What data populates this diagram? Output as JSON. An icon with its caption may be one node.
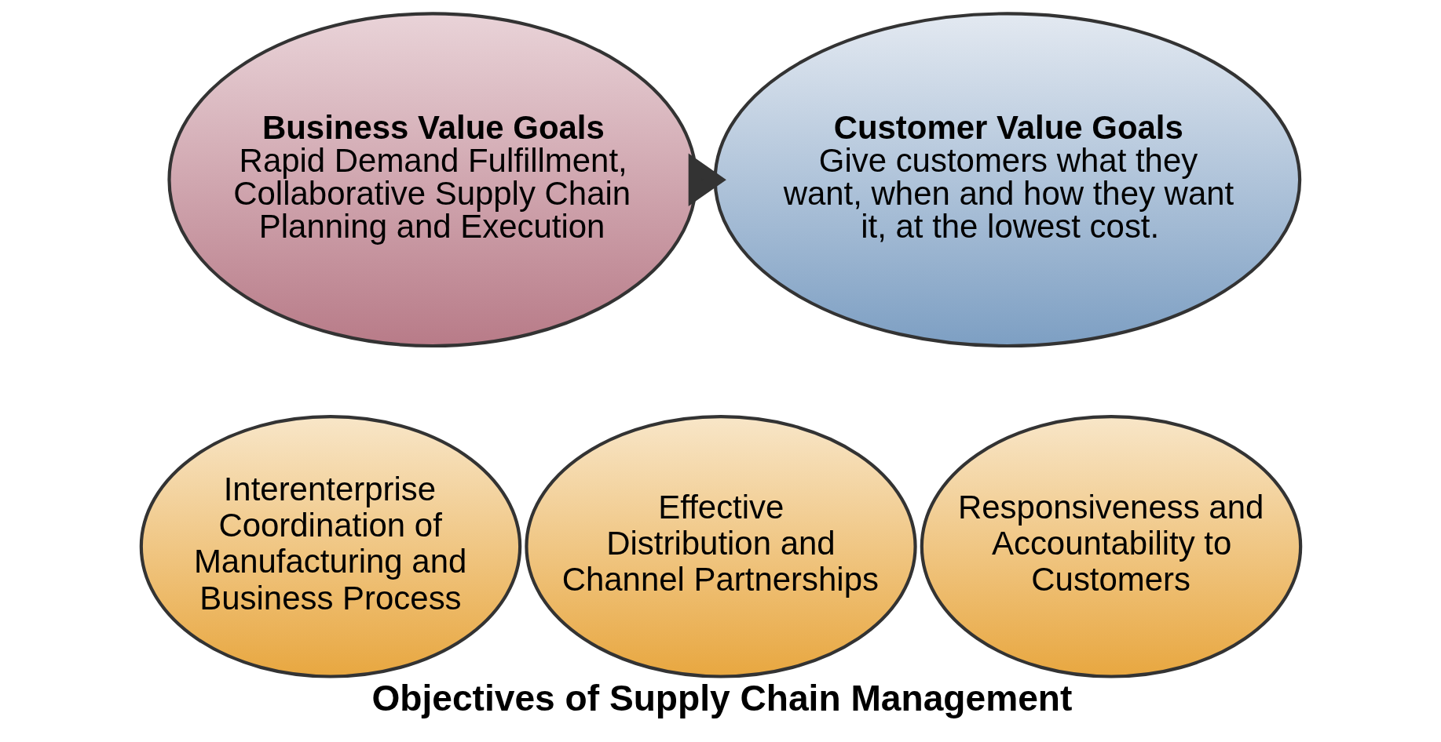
{
  "diagram": {
    "caption": "Objectives of Supply Chain Management",
    "nodes": [
      {
        "text": [
          "Business Value Goals",
          "Rapid Demand Fulfillment, Collaborative Supply Chain Planning and Execution"
        ]
      },
      {
        "text": [
          "Customer Value Goals",
          "Give customers what they want, when and how they want it, at the lowest cost."
        ]
      },
      {
        "text": [
          "Interenterprise Coordination of Manufacturing and Business Process"
        ]
      },
      {
        "text": [
          "Effective Distribution and Channel Partnerships"
        ]
      },
      {
        "text": [
          "Responsiveness and Accountability to Customers"
        ]
      }
    ],
    "edges": [
      {
        "from": 0,
        "to": 1,
        "arrow": "to",
        "style": "thick"
      }
    ]
  }
}
